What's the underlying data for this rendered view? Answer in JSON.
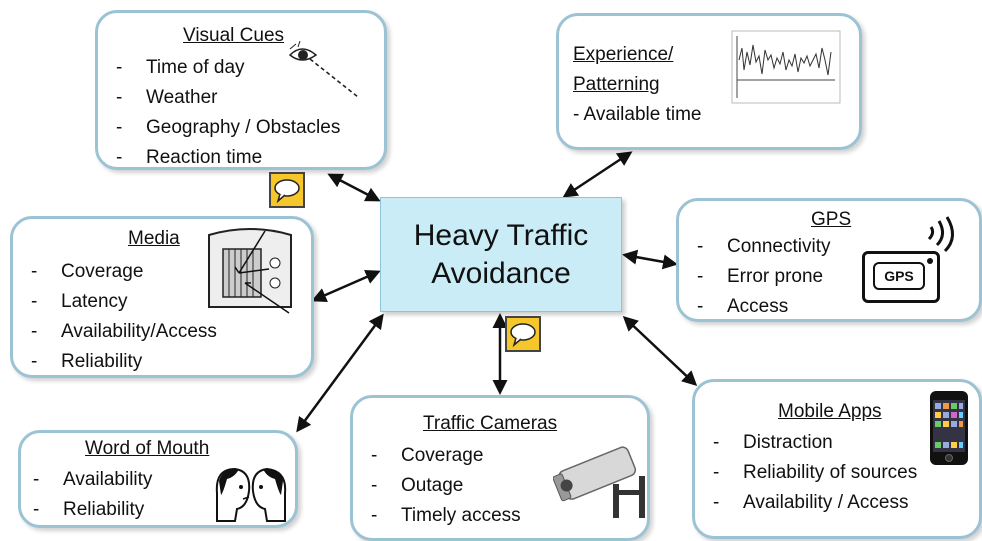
{
  "center": {
    "line1": "Heavy Traffic",
    "line2": "Avoidance"
  },
  "visual_cues": {
    "title": "Visual Cues",
    "items": [
      "Time of day",
      "Weather",
      "Geography / Obstacles",
      "Reaction time"
    ]
  },
  "experience": {
    "title_line1": "Experience/",
    "title_line2": "Patterning",
    "item": "- Available time"
  },
  "gps": {
    "title": "GPS",
    "items": [
      "Connectivity",
      "Error prone",
      "Access"
    ],
    "device_label": "GPS"
  },
  "media": {
    "title": "Media",
    "items": [
      "Coverage",
      "Latency",
      "Availability/Access",
      "Reliability"
    ]
  },
  "word_of_mouth": {
    "title": "Word of Mouth",
    "items": [
      "Availability",
      "Reliability"
    ]
  },
  "traffic_cameras": {
    "title": "Traffic Cameras",
    "items": [
      "Coverage",
      "Outage",
      "Timely access"
    ]
  },
  "mobile_apps": {
    "title": "Mobile Apps",
    "items": [
      "Distraction",
      "Reliability of sources",
      "Availability / Access"
    ]
  },
  "colors": {
    "box_border": "#9cc3d3",
    "center_fill": "#c9ecf6",
    "bubble_fill": "#f6c72b"
  },
  "icons": [
    "eye-icon",
    "line-graph-icon",
    "gps-device-icon",
    "radio-icon",
    "gossip-icon",
    "security-camera-icon",
    "smartphone-icon",
    "speech-bubble-icon"
  ]
}
